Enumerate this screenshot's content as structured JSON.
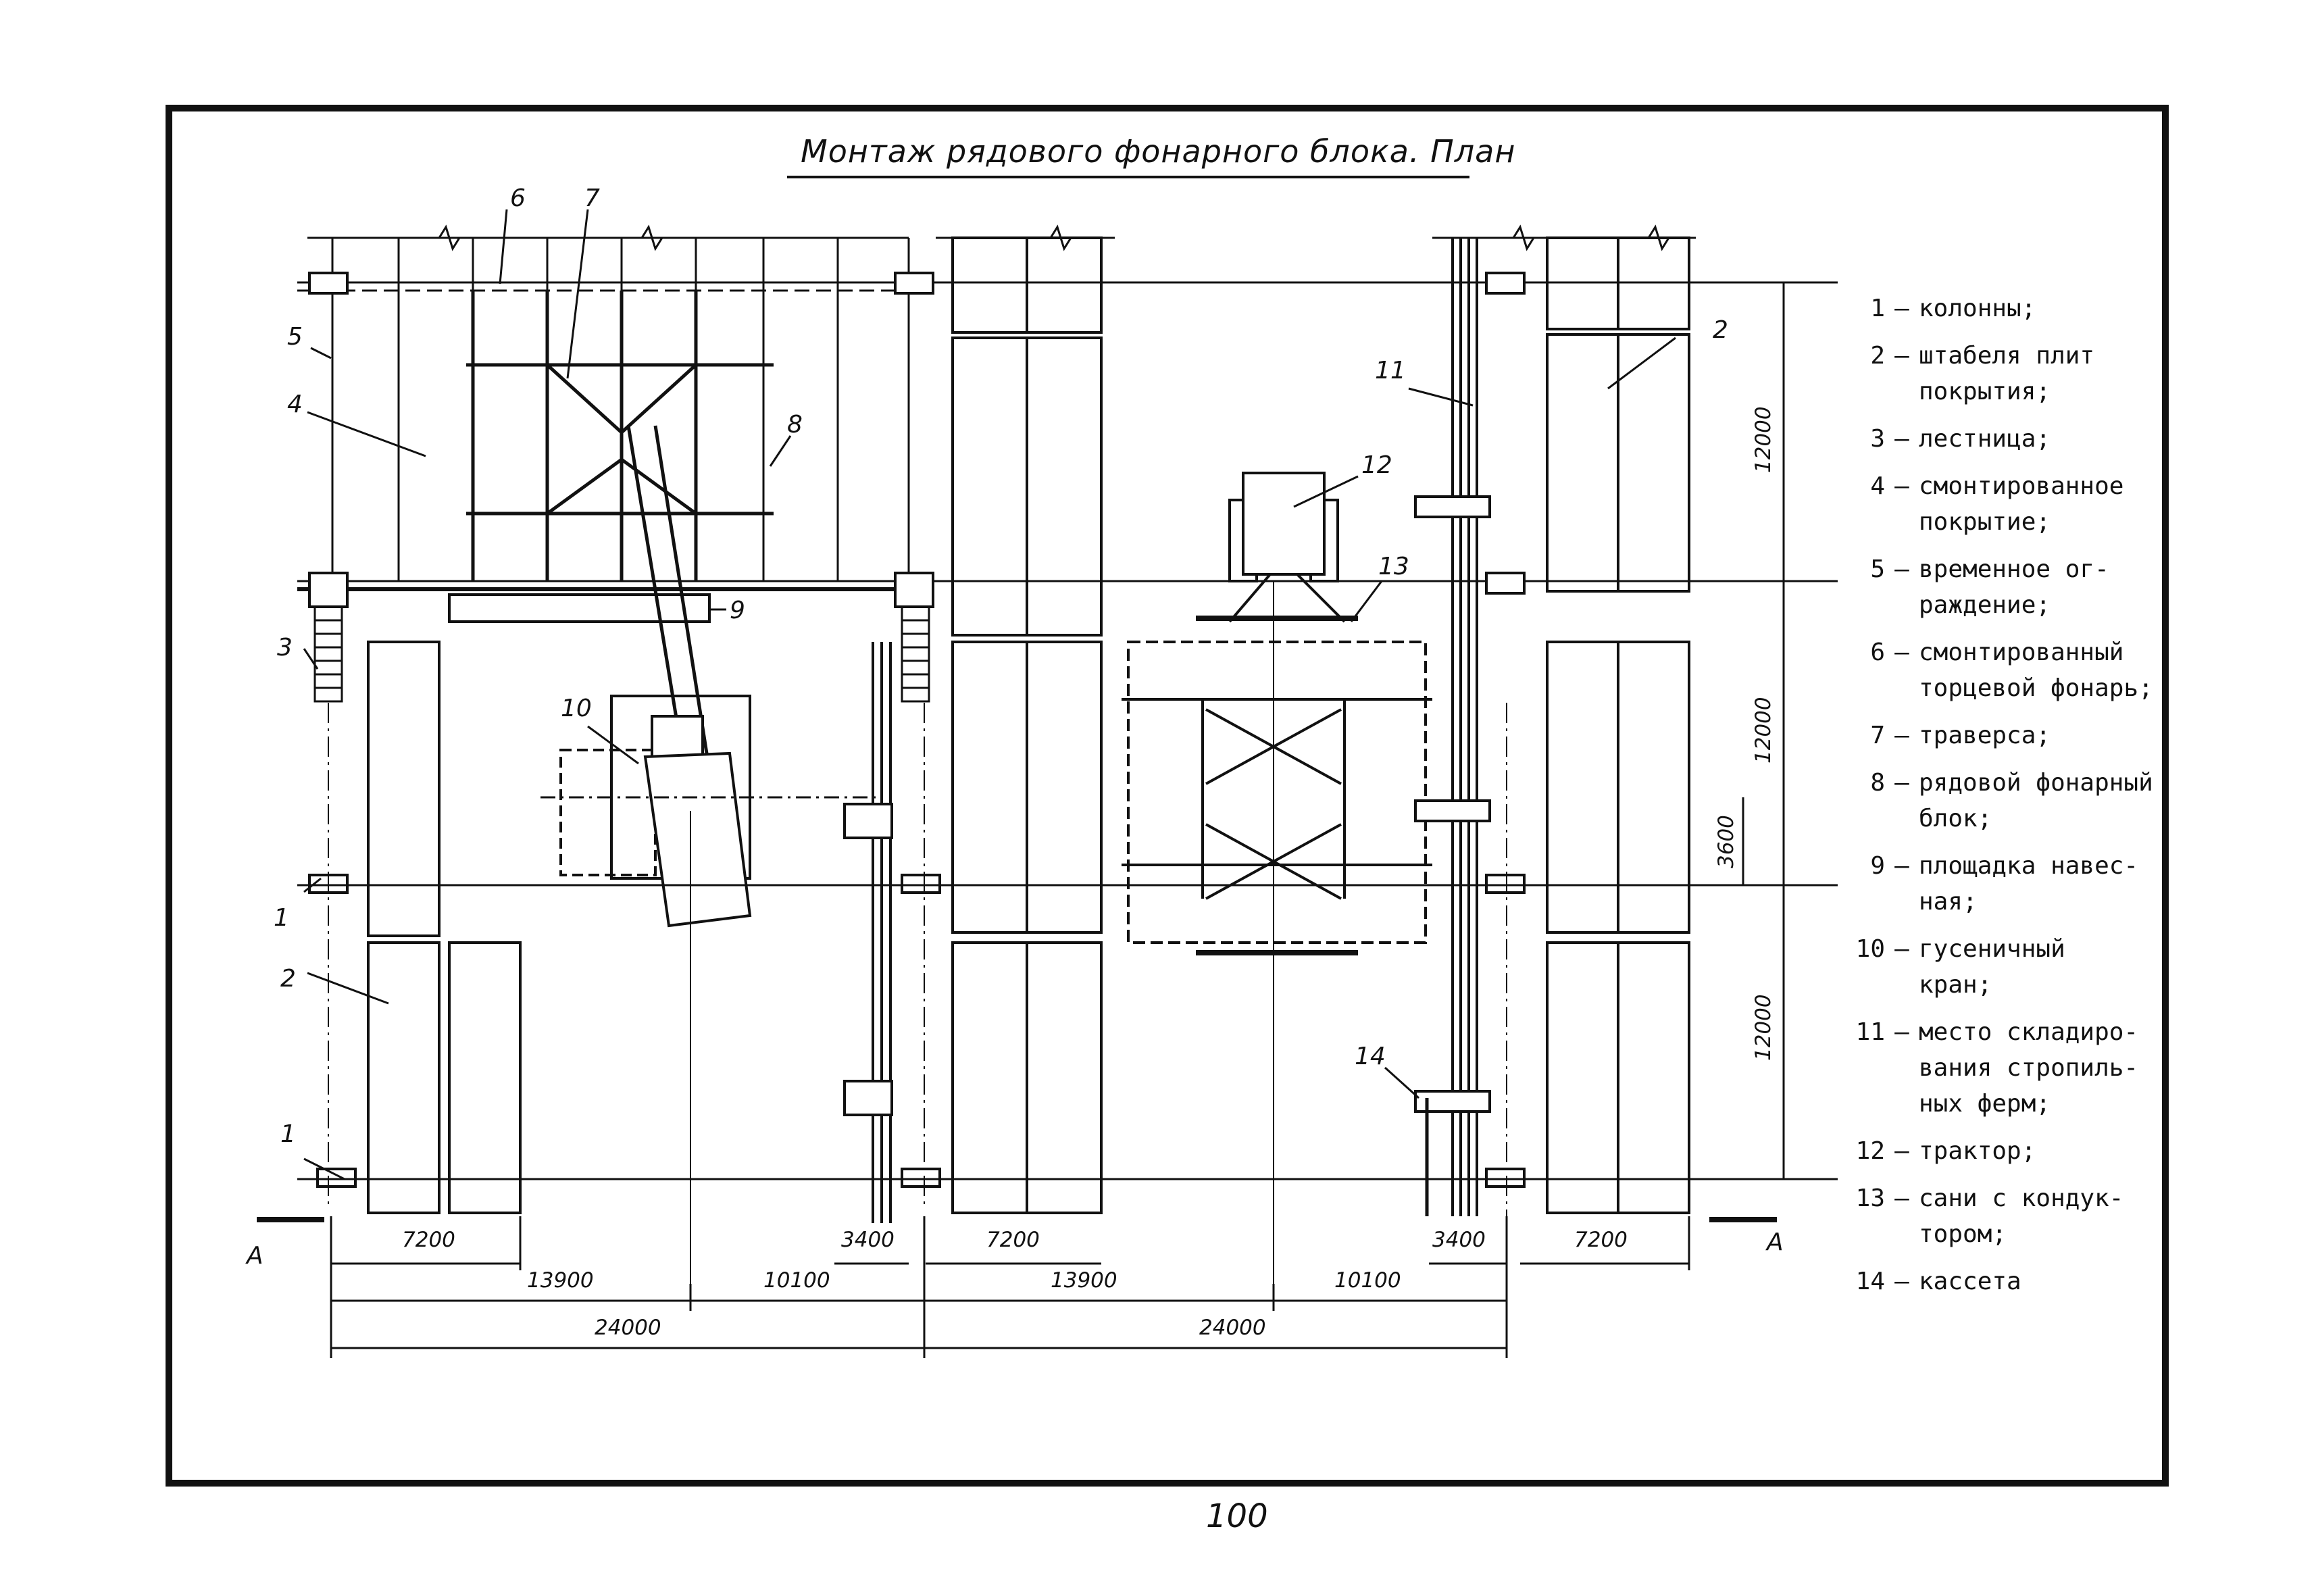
{
  "title": "Монтаж рядового фонарного блока. План",
  "page_number": "100",
  "section_marks": [
    "А",
    "А"
  ],
  "dimensions": {
    "bay_12000": "12000",
    "gap_3600": "3600",
    "stack_7200": "7200",
    "truss_3400": "3400",
    "dist_13900": "13900",
    "dist_10100": "10100",
    "span_24000": "24000"
  },
  "callouts": [
    "1",
    "2",
    "3",
    "4",
    "5",
    "6",
    "7",
    "8",
    "9",
    "10",
    "11",
    "12",
    "13",
    "14"
  ],
  "legend": [
    {
      "num": "1",
      "text": "колонны;"
    },
    {
      "num": "2",
      "text": "штабеля плит\nпокрытия;"
    },
    {
      "num": "3",
      "text": "лестница;"
    },
    {
      "num": "4",
      "text": "смонтированное\nпокрытие;"
    },
    {
      "num": "5",
      "text": "временное ог-\nраждение;"
    },
    {
      "num": "6",
      "text": "смонтированный\nторцевой фонарь;"
    },
    {
      "num": "7",
      "text": "траверса;"
    },
    {
      "num": "8",
      "text": "рядовой фонарный\nблок;"
    },
    {
      "num": "9",
      "text": "площадка навес-\nная;"
    },
    {
      "num": "10",
      "text": "гусеничный\nкран;"
    },
    {
      "num": "11",
      "text": "место складиро-\nвания стропиль-\nных ферм;"
    },
    {
      "num": "12",
      "text": "трактор;"
    },
    {
      "num": "13",
      "text": "сани с кондук-\nтором;"
    },
    {
      "num": "14",
      "text": "кассета"
    }
  ]
}
